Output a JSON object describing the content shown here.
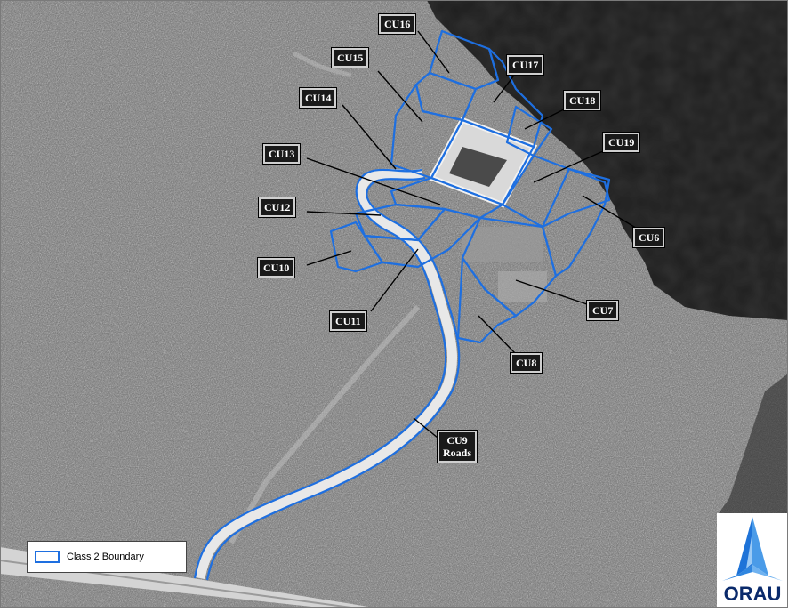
{
  "labels": {
    "cu16": "CU16",
    "cu15": "CU15",
    "cu17": "CU17",
    "cu18": "CU18",
    "cu14": "CU14",
    "cu19": "CU19",
    "cu13": "CU13",
    "cu12": "CU12",
    "cu6": "CU6",
    "cu10": "CU10",
    "cu7": "CU7",
    "cu11": "CU11",
    "cu8": "CU8",
    "cu9_line1": "CU9",
    "cu9_line2": "Roads"
  },
  "legend": {
    "label": "Class 2 Boundary",
    "color": "#1e6fe0"
  },
  "logo": {
    "text": "ORAU",
    "color": "#1e73d8"
  },
  "colors": {
    "boundary": "#1e6fe0",
    "water": "#1c1c1c",
    "forest": "#6e6e6e"
  }
}
